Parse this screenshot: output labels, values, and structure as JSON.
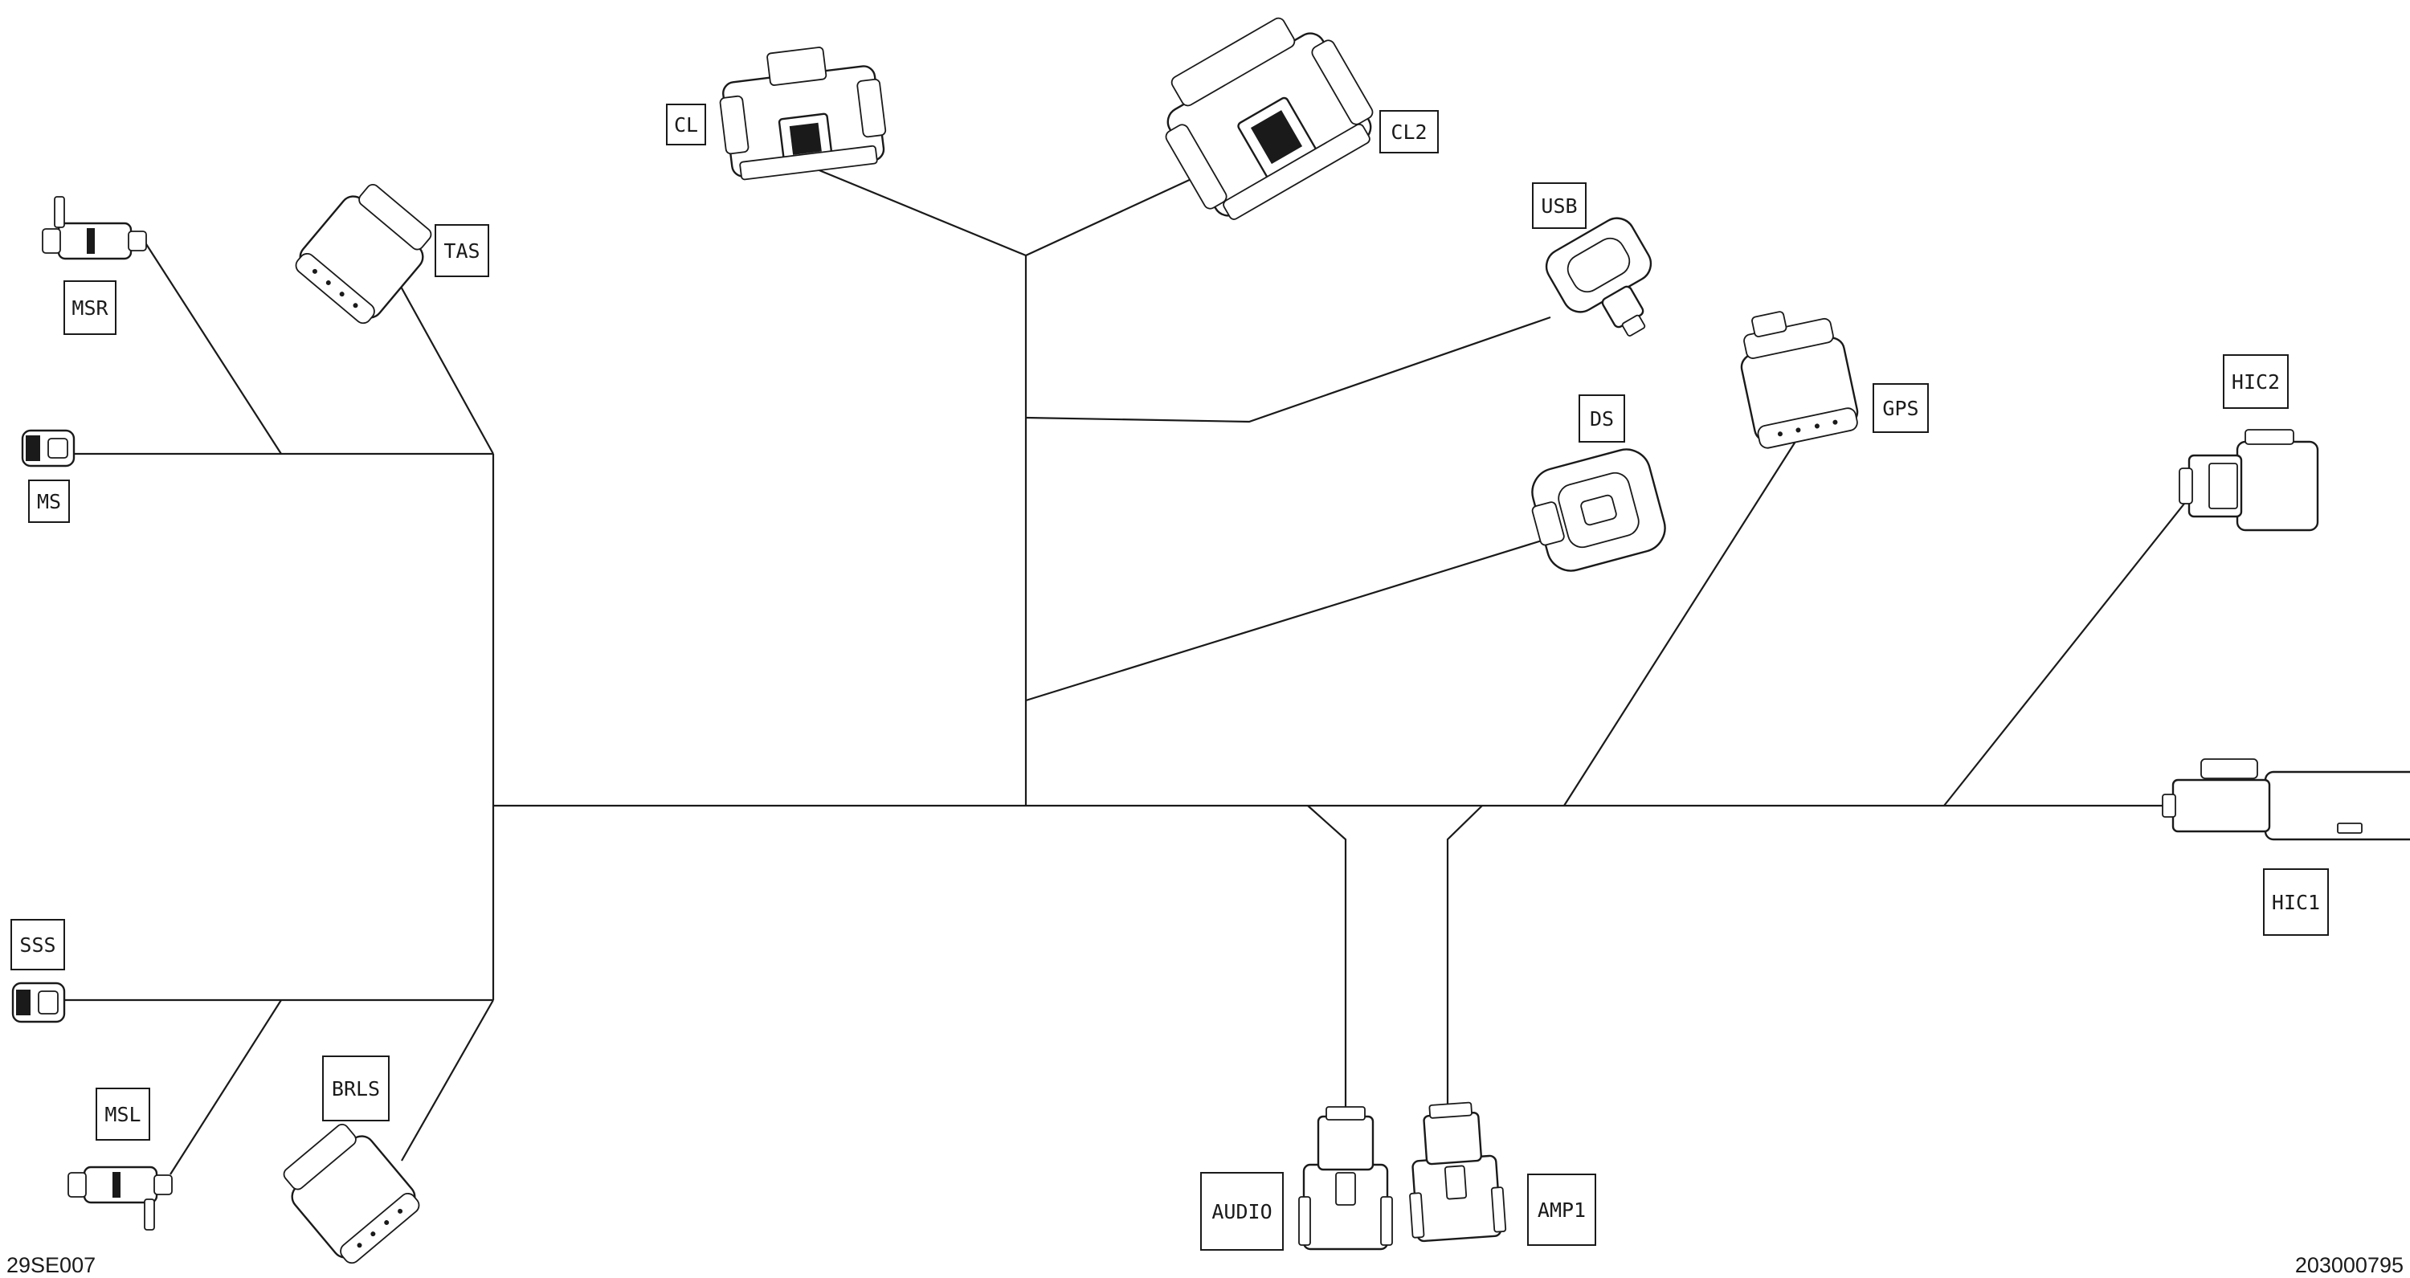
{
  "labels": {
    "cl": "CL",
    "cl2": "CL2",
    "usb": "USB",
    "gps": "GPS",
    "ds": "DS",
    "hic2": "HIC2",
    "hic1": "HIC1",
    "tas": "TAS",
    "msr": "MSR",
    "ms": "MS",
    "sss": "SSS",
    "msl": "MSL",
    "brls": "BRLS",
    "audio": "AUDIO",
    "amp1": "AMP1"
  },
  "footer": {
    "left_code": "29SE007",
    "right_code": "203000795"
  },
  "colors": {
    "line": "#1a1a1a",
    "background": "#ffffff"
  }
}
